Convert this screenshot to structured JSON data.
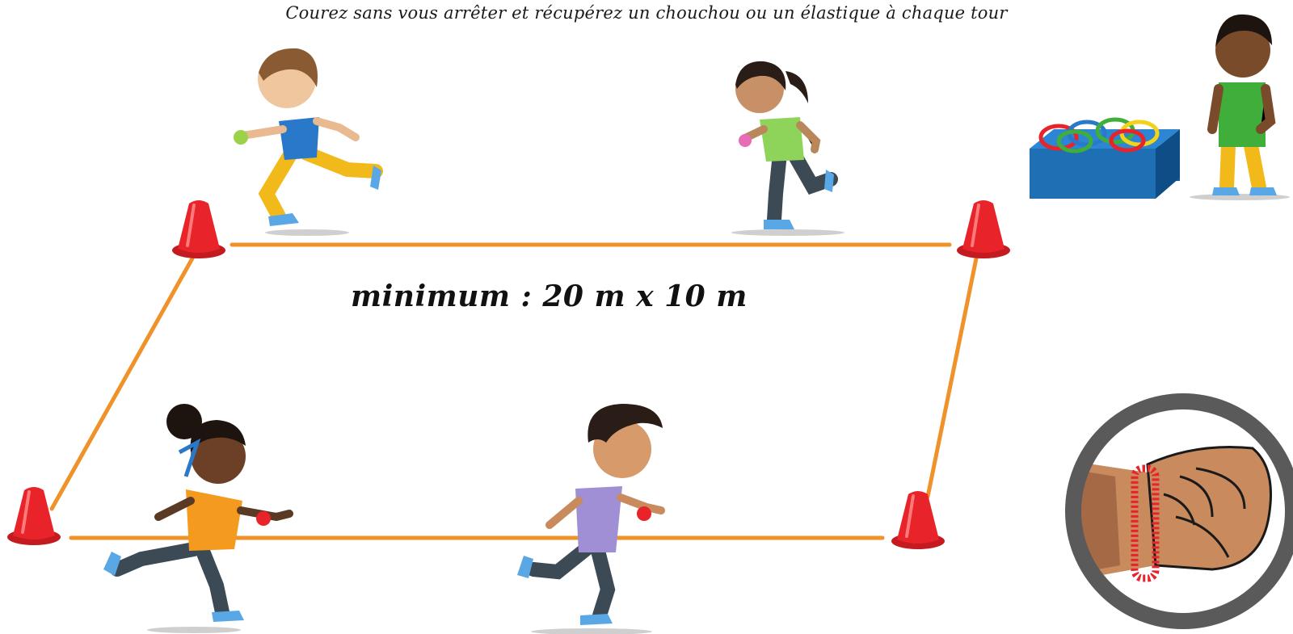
{
  "instruction": "Courez sans vous arrêter et récupérez un chouchou ou un élastique à chaque tour",
  "field_size": "minimum : 20 m x 10 m",
  "colors": {
    "boundary_line": "#f0922a",
    "cone": "#e8232a",
    "box": "#1f6fb5",
    "zoom_ring": "#5a5a5a",
    "scrunchie": "#e8232a"
  },
  "elements": {
    "cones": [
      "cone-top-left",
      "cone-top-right",
      "cone-bottom-left",
      "cone-bottom-right"
    ],
    "runners": [
      "runner-boy-blue-shirt",
      "runner-girl-green-shirt",
      "runner-girl-orange-shirt",
      "runner-boy-purple-shirt"
    ],
    "supply": [
      "scrunchie-box",
      "standing-boy"
    ],
    "detail": "wrist-scrunchie-closeup"
  }
}
